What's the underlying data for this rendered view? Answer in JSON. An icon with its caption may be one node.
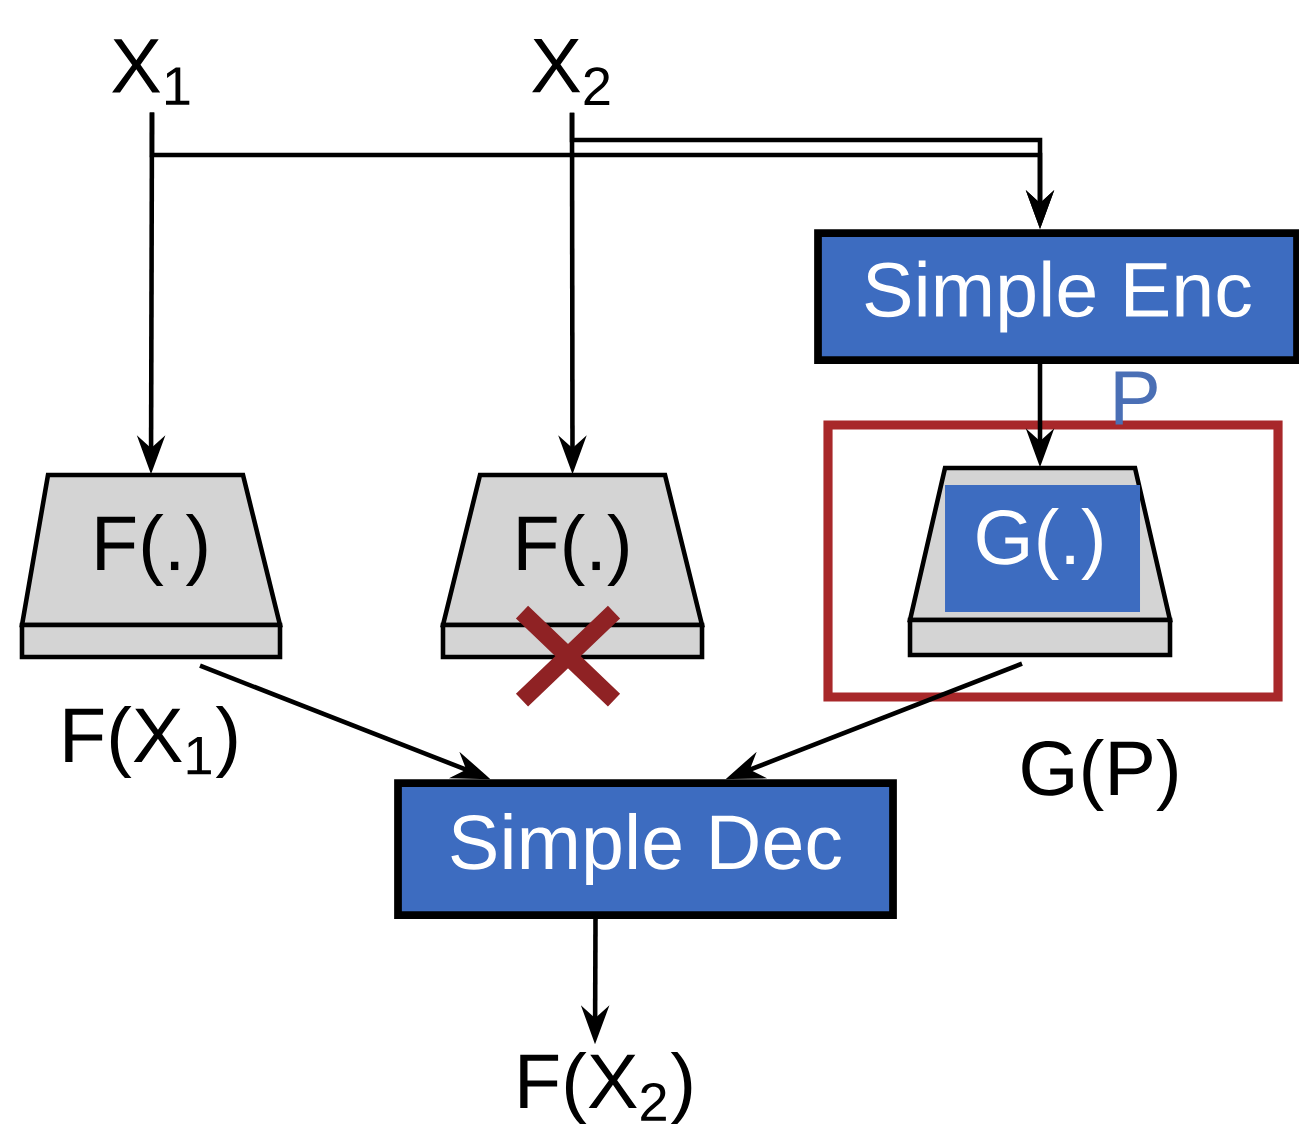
{
  "diagram": {
    "nodes": [
      {
        "text": [
          "X$_{1}$"
        ]
      },
      {
        "text": [
          "X$_{2}$"
        ]
      },
      {
        "text": [
          "Simple Enc"
        ]
      },
      {
        "text": [
          "F(.)"
        ],
        "beside": [
          "F(X$_{1}$)"
        ]
      },
      {
        "text": [
          "F(.)"
        ]
      },
      {
        "text": [],
        "shape": "box"
      },
      {
        "text": [
          "G(.)"
        ],
        "in": 5,
        "beside": [
          "G(P)"
        ]
      },
      {
        "text": [
          "Simple Dec"
        ]
      },
      {
        "text": [
          "F(X$_{2}$)"
        ]
      }
    ],
    "edges": [
      {
        "from": 0,
        "to": 3,
        "arrow": "to"
      },
      {
        "from": 1,
        "to": 4,
        "arrow": "to"
      },
      {
        "from": 0,
        "to": 2,
        "arrow": "to"
      },
      {
        "from": 1,
        "to": 2,
        "arrow": "to"
      },
      {
        "from": 2,
        "to": 6,
        "arrow": "to",
        "label": "P"
      },
      {
        "from": 3,
        "to": 7,
        "arrow": "to"
      },
      {
        "from": 6,
        "to": 7,
        "arrow": "to"
      },
      {
        "from": 7,
        "to": 8,
        "arrow": "to"
      }
    ]
  }
}
